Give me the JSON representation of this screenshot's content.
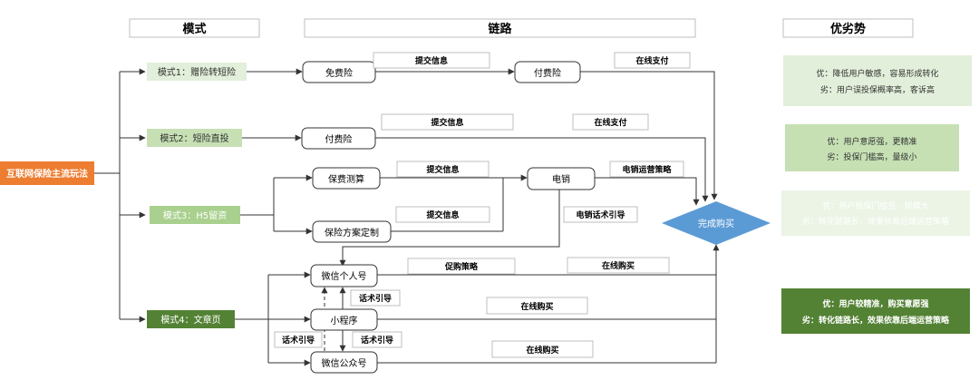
{
  "headers": {
    "mode": "模式",
    "chain": "链路",
    "pros_cons": "优劣势"
  },
  "root": "互联网保险主流玩法",
  "modes": [
    "模式1：赠险转短险",
    "模式2：短险直投",
    "模式3：H5留资",
    "模式4：文章页"
  ],
  "nodes": {
    "free_insurance": "免费险",
    "paid_insurance_1": "付费险",
    "paid_insurance_2": "付费险",
    "premium_calc": "保费测算",
    "plan_custom": "保险方案定制",
    "telesales": "电销",
    "purchase_done": "完成购买",
    "wechat_personal": "微信个人号",
    "mini_program": "小程序",
    "wechat_official": "微信公众号"
  },
  "labels": {
    "submit_1": "提交信息",
    "pay_online_1": "在线支付",
    "submit_2": "提交信息",
    "pay_online_2": "在线支付",
    "submit_3": "提交信息",
    "tele_strategy": "电销运营策略",
    "submit_4": "提交信息",
    "tele_script": "电销话术引导",
    "promo_strategy": "促购策略",
    "buy_online_1": "在线购买",
    "script_guide_1": "话术引导",
    "buy_online_2": "在线购买",
    "script_guide_2": "话术引导",
    "script_guide_3": "话术引导",
    "buy_online_3": "在线购买"
  },
  "pros_cons": [
    {
      "pro": "优：降低用户敏感，容易形成转化",
      "con": "劣：用户误投保概率高，客诉高"
    },
    {
      "pro": "优：用户意愿强，更精准",
      "con": "劣：投保门槛高，量级小"
    },
    {
      "pro": "优：用户投保门槛低，规模大",
      "con": "劣：转化链路长，效果依靠后端运营策略"
    },
    {
      "pro": "优：用户较精准，购买意愿强",
      "con": "劣：转化链路长，效果依靠后端运营策略"
    }
  ],
  "colors": {
    "root": "#ED7D31",
    "mode1": "#E2EFDA",
    "mode2": "#C6E0B4",
    "mode3": "#A9D08E",
    "mode4": "#548235",
    "diamond": "#5B9BD5",
    "line": "#333333"
  }
}
